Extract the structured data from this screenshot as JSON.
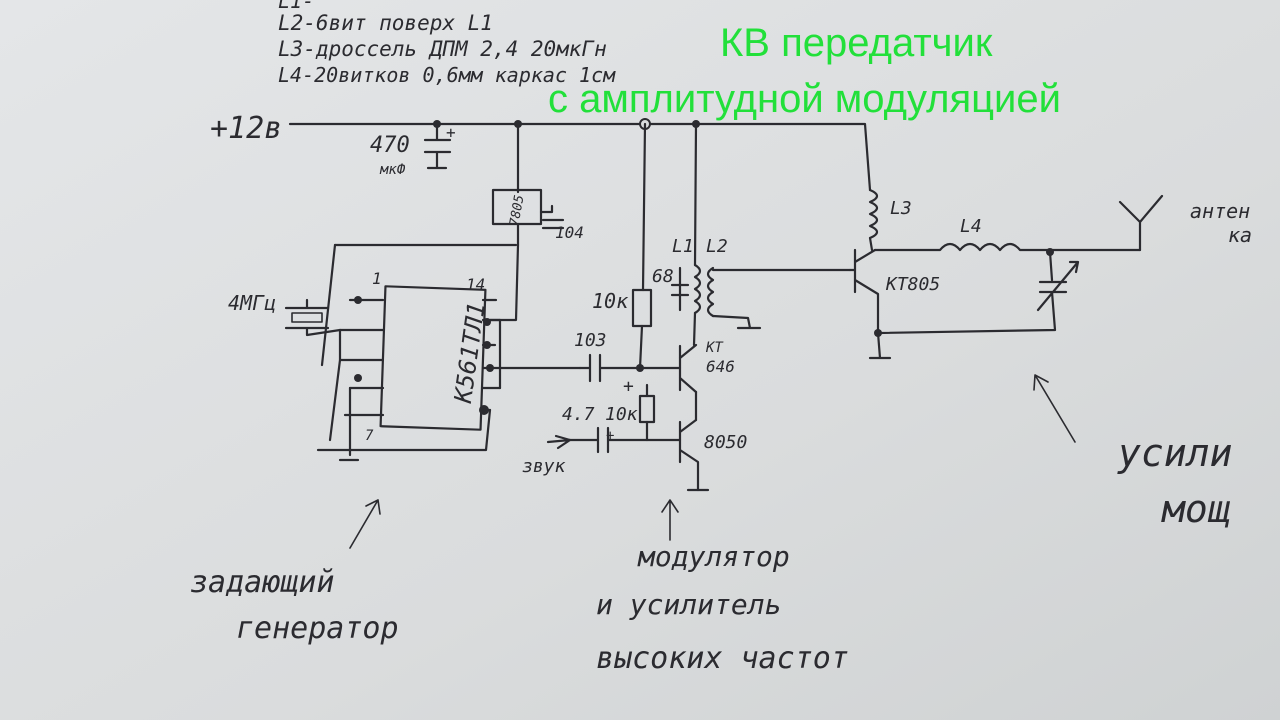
{
  "overlay_title": {
    "line1": "КВ передатчик",
    "line2": "с амплитудной модуляцией",
    "color": "#22e03a"
  },
  "notes": {
    "line1": "L1-",
    "line2": "L2-6вит поверх L1",
    "line3": "L3-дроссель ДПМ 2,4 20мкГн",
    "line4": "L4-20витков 0,6мм каркас 1см"
  },
  "labels": {
    "supply": "+12в",
    "cap_470": "470",
    "cap_470_unit": "мкФ",
    "reg_7805": "7805",
    "cap_104": "104",
    "crystal": "4МГц",
    "chip": "K561ТЛ1",
    "pin1": "1",
    "pin14": "14",
    "pin7": "7",
    "cap_103": "103",
    "res_10k_top": "10к",
    "cap_68": "68",
    "coil_L1": "L1",
    "coil_L2": "L2",
    "trans_kt646_a": "КТ",
    "trans_kt646_b": "646",
    "cap_47": "4.7",
    "res_10k_bottom": "10к",
    "plus_mark": "+",
    "trans_8050": "8050",
    "audio_in": "звук",
    "coil_L3": "L3",
    "coil_L4": "L4",
    "trans_kt805": "КТ805",
    "antenna_a": "антен",
    "antenna_b": "ка"
  },
  "captions": {
    "osc_1": "задающий",
    "osc_2": "генератор",
    "mod_1": "модулятор",
    "mod_2": "и усилитель",
    "mod_3": "высоких частот",
    "amp_1": "усили",
    "amp_2": "мощ"
  }
}
